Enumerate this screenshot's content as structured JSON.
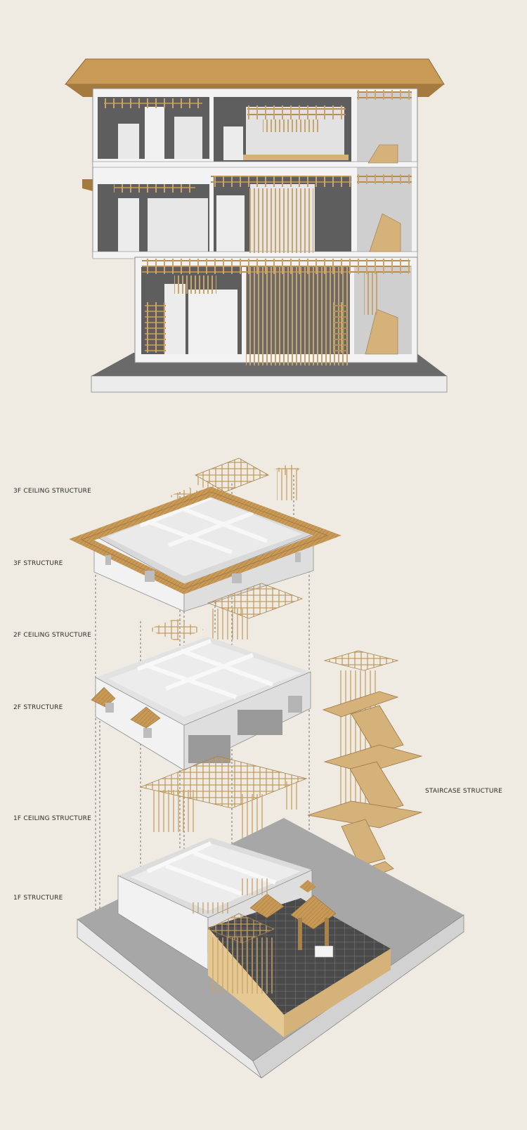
{
  "diagram": {
    "section_view": {},
    "exploded_view": {
      "labels": {
        "ceiling_3f": "3F CEILING STRUCTURE",
        "structure_3f": "3F STRUCTURE",
        "ceiling_2f": "2F CEILING STRUCTURE",
        "structure_2f": "2F STRUCTURE",
        "ceiling_1f": "1F CEILING STRUCTURE",
        "structure_1f": "1F STRUCTURE",
        "staircase": "STAIRCASE STRUCTURE"
      }
    }
  },
  "colors": {
    "background": "#efebe3",
    "wall_white": "#f4f4f4",
    "wall_shade": "#dcdcdc",
    "cut_dark": "#5b5b5b",
    "ground_gray": "#c8c8c8",
    "roof_thatch": "#c99a55",
    "bamboo": "#d4b27a",
    "bamboo_dark": "#a7824a",
    "text": "#2b2b2b"
  }
}
